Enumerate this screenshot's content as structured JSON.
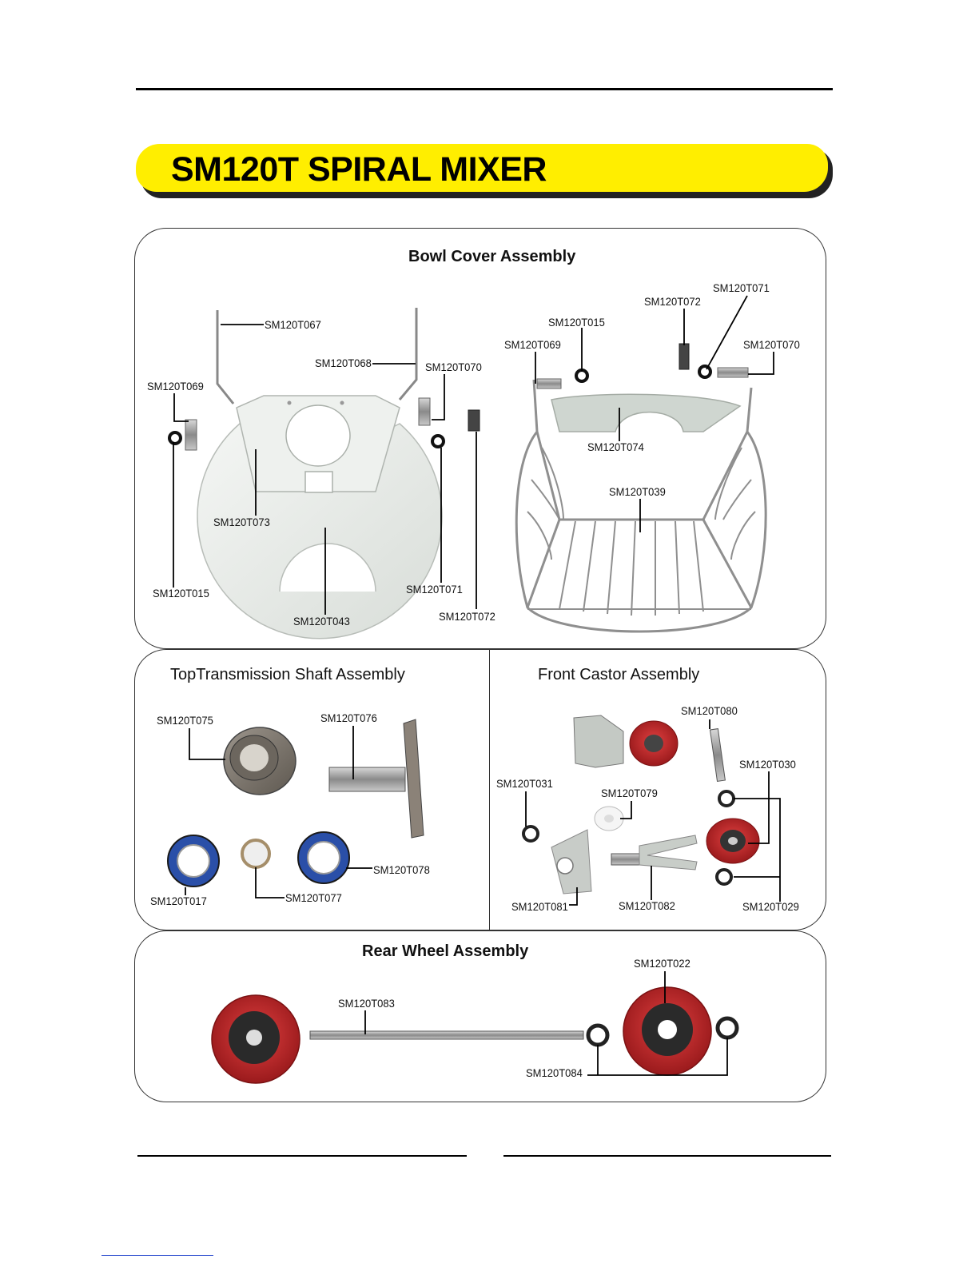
{
  "document": {
    "title": "SM120T SPIRAL MIXER"
  },
  "sections": {
    "bowl_cover": {
      "title": "Bowl Cover Assembly",
      "labels": {
        "t067": "SM120T067",
        "t068": "SM120T068",
        "t069_left": "SM120T069",
        "t070_left": "SM120T070",
        "t073": "SM120T073",
        "t015_left": "SM120T015",
        "t043": "SM120T043",
        "t071_left": "SM120T071",
        "t072_left": "SM120T072",
        "t015_right": "SM120T015",
        "t069_right": "SM120T069",
        "t072_right": "SM120T072",
        "t071_right": "SM120T071",
        "t070_right": "SM120T070",
        "t074": "SM120T074",
        "t039": "SM120T039"
      }
    },
    "top_shaft": {
      "title": "TopTransmission Shaft Assembly",
      "labels": {
        "t075": "SM120T075",
        "t076": "SM120T076",
        "t017": "SM120T017",
        "t077": "SM120T077",
        "t078": "SM120T078"
      }
    },
    "front_castor": {
      "title": "Front Castor Assembly",
      "labels": {
        "t080": "SM120T080",
        "t030": "SM120T030",
        "t031": "SM120T031",
        "t079": "SM120T079",
        "t081": "SM120T081",
        "t082": "SM120T082",
        "t029": "SM120T029"
      }
    },
    "rear_wheel": {
      "title": "Rear Wheel Assembly",
      "labels": {
        "t022": "SM120T022",
        "t083": "SM120T083",
        "t084": "SM120T084"
      }
    }
  },
  "colors": {
    "banner": "#ffee00",
    "wheel_red": "#c8282a",
    "cover_white": "#e8ece8",
    "bearing_blue": "#5a7bd0"
  }
}
